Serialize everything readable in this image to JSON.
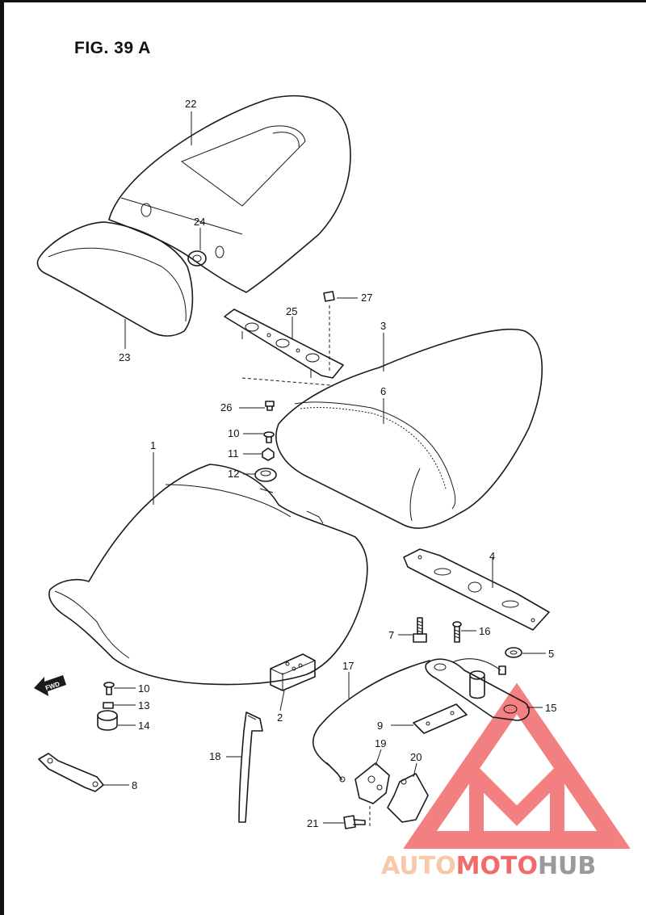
{
  "figure_title": "FIG. 39 A",
  "fwd_label": "FWD",
  "watermark": {
    "part1": "AUTO",
    "part2": "MOTO",
    "part3": "HUB",
    "color1": "#f7c9a8",
    "color2": "#f26b6b",
    "color3": "#9a9a9a"
  },
  "callouts": {
    "c1": "1",
    "c2": "2",
    "c3": "3",
    "c4": "4",
    "c5": "5",
    "c6": "6",
    "c7": "7",
    "c8": "8",
    "c9": "9",
    "c10a": "10",
    "c10b": "10",
    "c11": "11",
    "c12": "12",
    "c13": "13",
    "c14": "14",
    "c15": "15",
    "c16": "16",
    "c17": "17",
    "c18": "18",
    "c19": "19",
    "c20": "20",
    "c21": "21",
    "c22": "22",
    "c23": "23",
    "c24": "24",
    "c25": "25",
    "c26": "26",
    "c27": "27"
  }
}
